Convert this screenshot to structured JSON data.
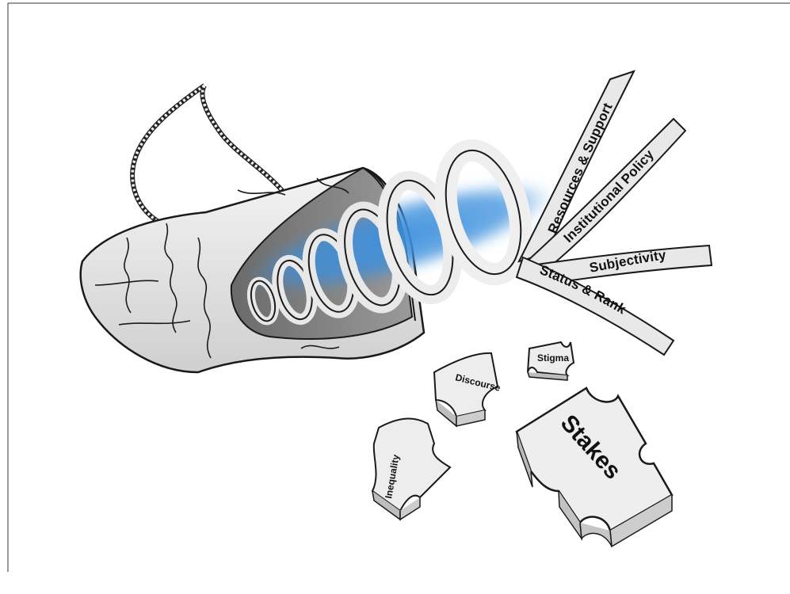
{
  "strands": {
    "resources_support": "Resources & Support",
    "institutional_policy": "Institutional Policy",
    "subjectivity": "Subjectivity",
    "status_rank": "Status & Rank"
  },
  "pieces": {
    "stigma": "Stigma",
    "discourse": "Discourse",
    "inequality": "Inequality",
    "stakes": "Stakes"
  },
  "colors": {
    "glow": "#3b8fdd",
    "tube_fill": "#e9e9e9",
    "outline": "#1a1a1a",
    "inner_shadow": "#777777"
  }
}
